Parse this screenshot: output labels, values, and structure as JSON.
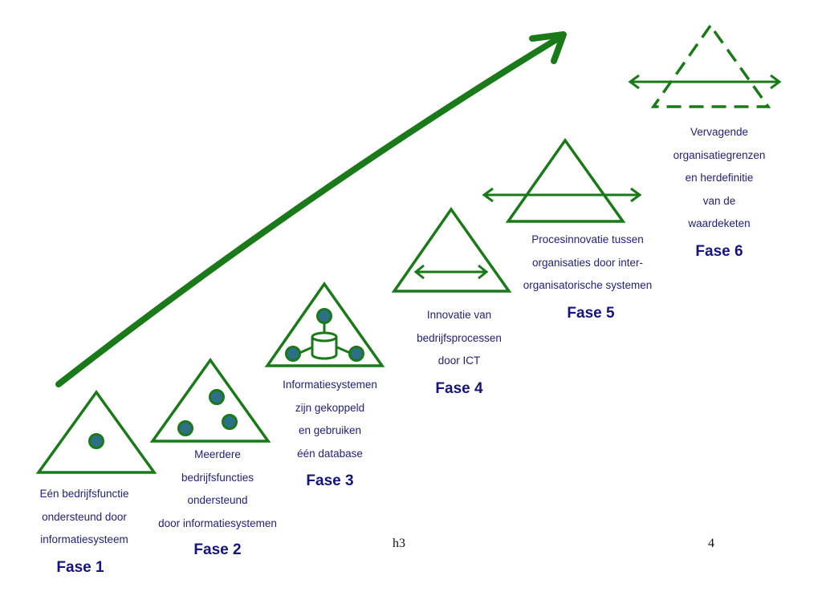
{
  "colors": {
    "line": "#1a7a1a",
    "node_fill": "#2c6f86",
    "text": "#1f1f7a"
  },
  "phases": [
    {
      "title": "Fase 1",
      "desc": [
        "Eén bedrijfsfunctie",
        "ondersteund door",
        "informatiesysteem"
      ]
    },
    {
      "title": "Fase 2",
      "desc": [
        "Meerdere",
        "bedrijfsfuncties",
        "ondersteund",
        "door informatiesystemen"
      ]
    },
    {
      "title": "Fase 3",
      "desc": [
        "Informatiesystemen",
        "zijn gekoppeld",
        "en gebruiken",
        "één database"
      ]
    },
    {
      "title": "Fase 4",
      "desc": [
        "Innovatie van",
        "bedrijfsprocessen",
        "door ICT"
      ]
    },
    {
      "title": "Fase 5",
      "desc": [
        "Procesinnovatie tussen",
        "organisaties door inter-",
        "organisatorische systemen"
      ]
    },
    {
      "title": "Fase 6",
      "desc": [
        "Vervagende",
        "organisatiegrenzen",
        "en herdefinitie",
        "van de",
        "waardeketen"
      ]
    }
  ],
  "footer": {
    "left": "h3",
    "right": "4"
  }
}
